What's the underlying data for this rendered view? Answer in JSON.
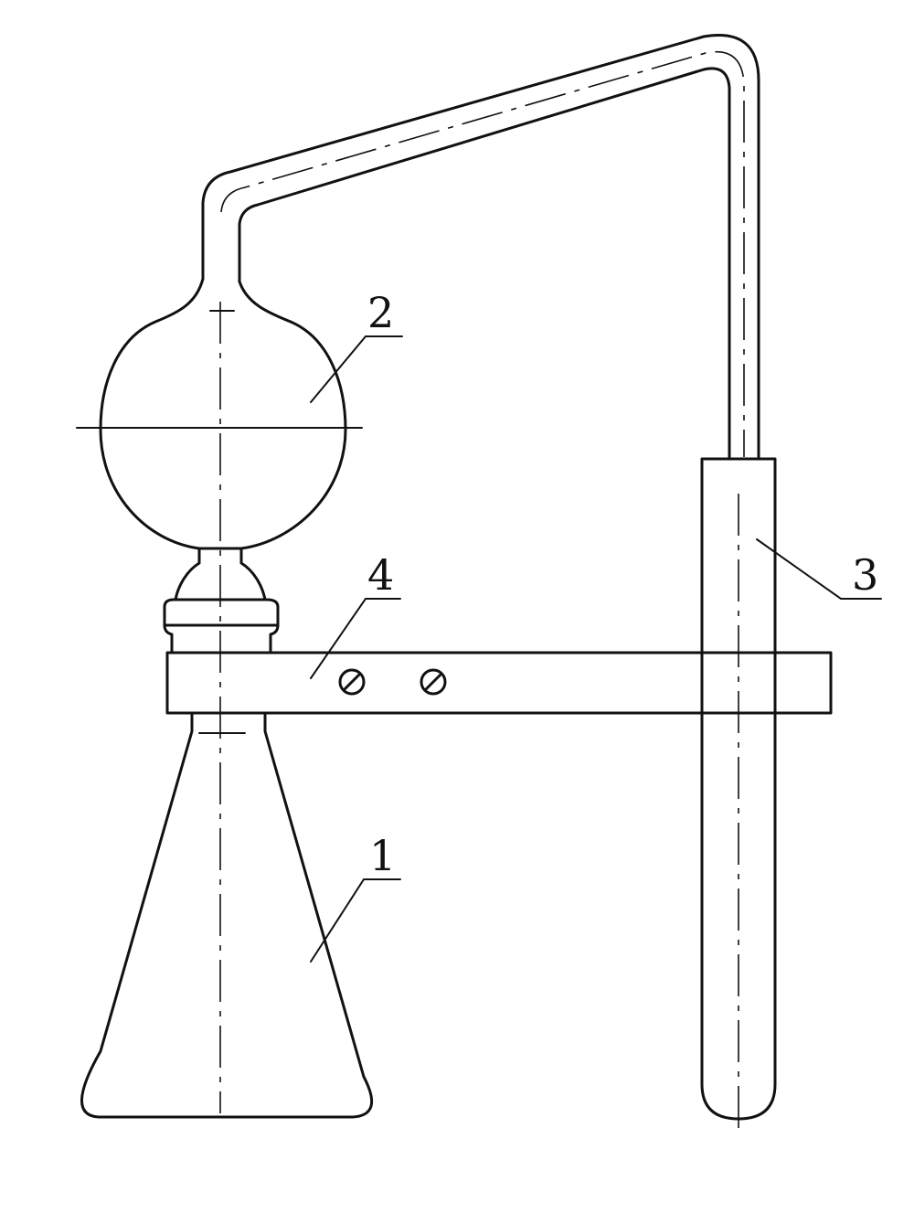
{
  "labels": {
    "flask": "1",
    "bulb": "2",
    "receiver_tube": "3",
    "clamp": "4"
  },
  "colors": {
    "line": "#111111",
    "background": "#ffffff"
  }
}
